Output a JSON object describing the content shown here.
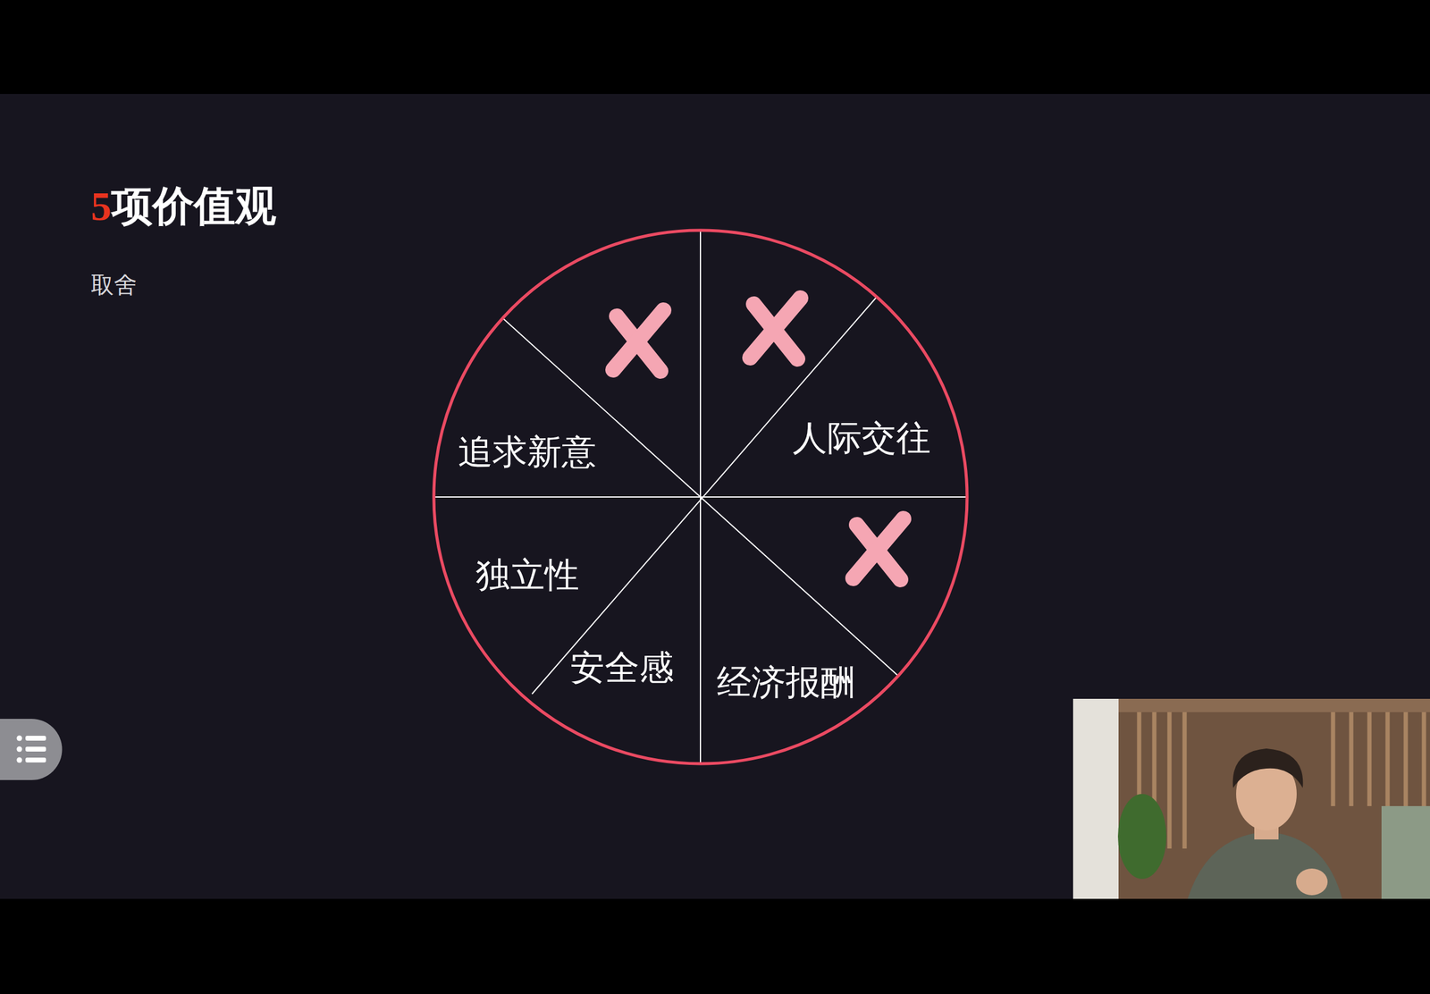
{
  "diagram": {
    "title": "5项价值观",
    "nodes": [
      {
        "text": [
          "追求新意"
        ]
      },
      {
        "text": [
          "人际交往"
        ]
      },
      {
        "text": [
          "独立性"
        ]
      },
      {
        "text": [
          "安全感"
        ]
      },
      {
        "text": [
          "经济报酬"
        ]
      }
    ],
    "labels": [
      "取舍"
    ]
  }
}
